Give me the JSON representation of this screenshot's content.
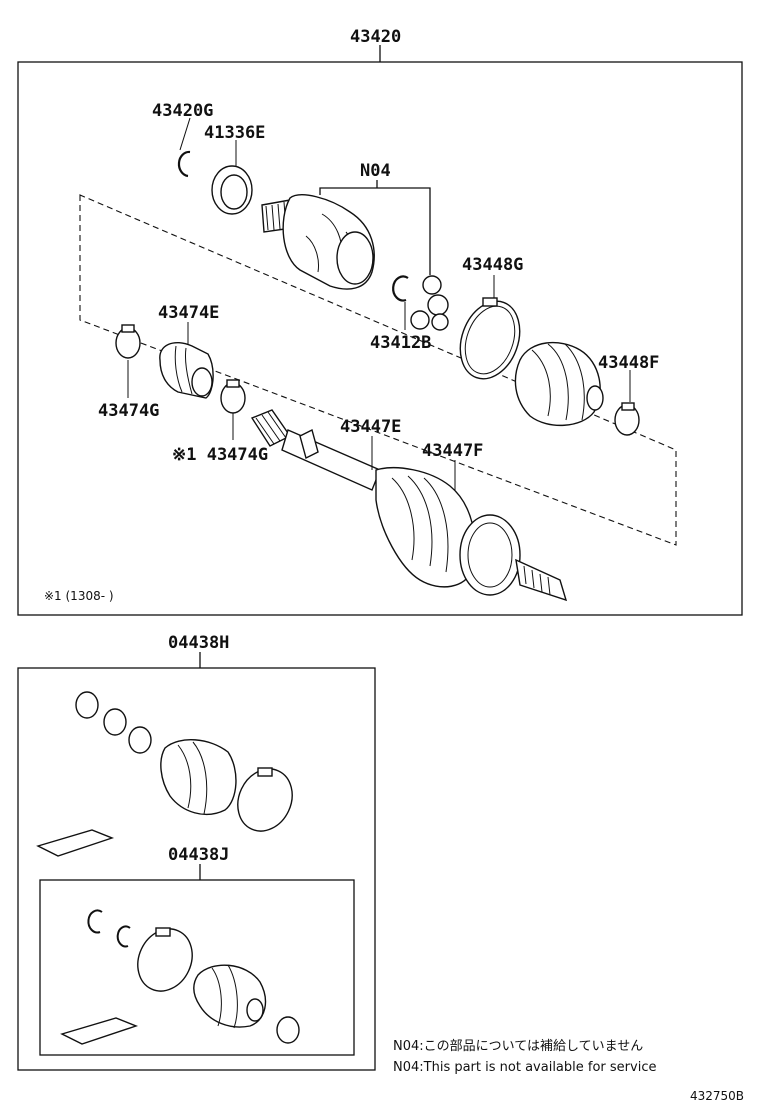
{
  "labels": {
    "assembly": "43420",
    "snap_ring": "43420G",
    "seal": "41336E",
    "n04": "N04",
    "boot_clamp_g": "43448G",
    "boot_clamp_f": "43448F",
    "inboard_joint": "43474E",
    "clamp_474g_left": "43474G",
    "clamp_474g_mid": "※1 43474G",
    "snap_ring_b": "43412B",
    "clamp_447e": "43447E",
    "clamp_447f": "43447F",
    "kit_h": "04438H",
    "kit_j": "04438J"
  },
  "footnote": "※1 (1308-     )",
  "notes": {
    "jp": "N04:この部品については補給していません",
    "en": "N04:This part is not available for service"
  },
  "diagram_id": "432750B"
}
